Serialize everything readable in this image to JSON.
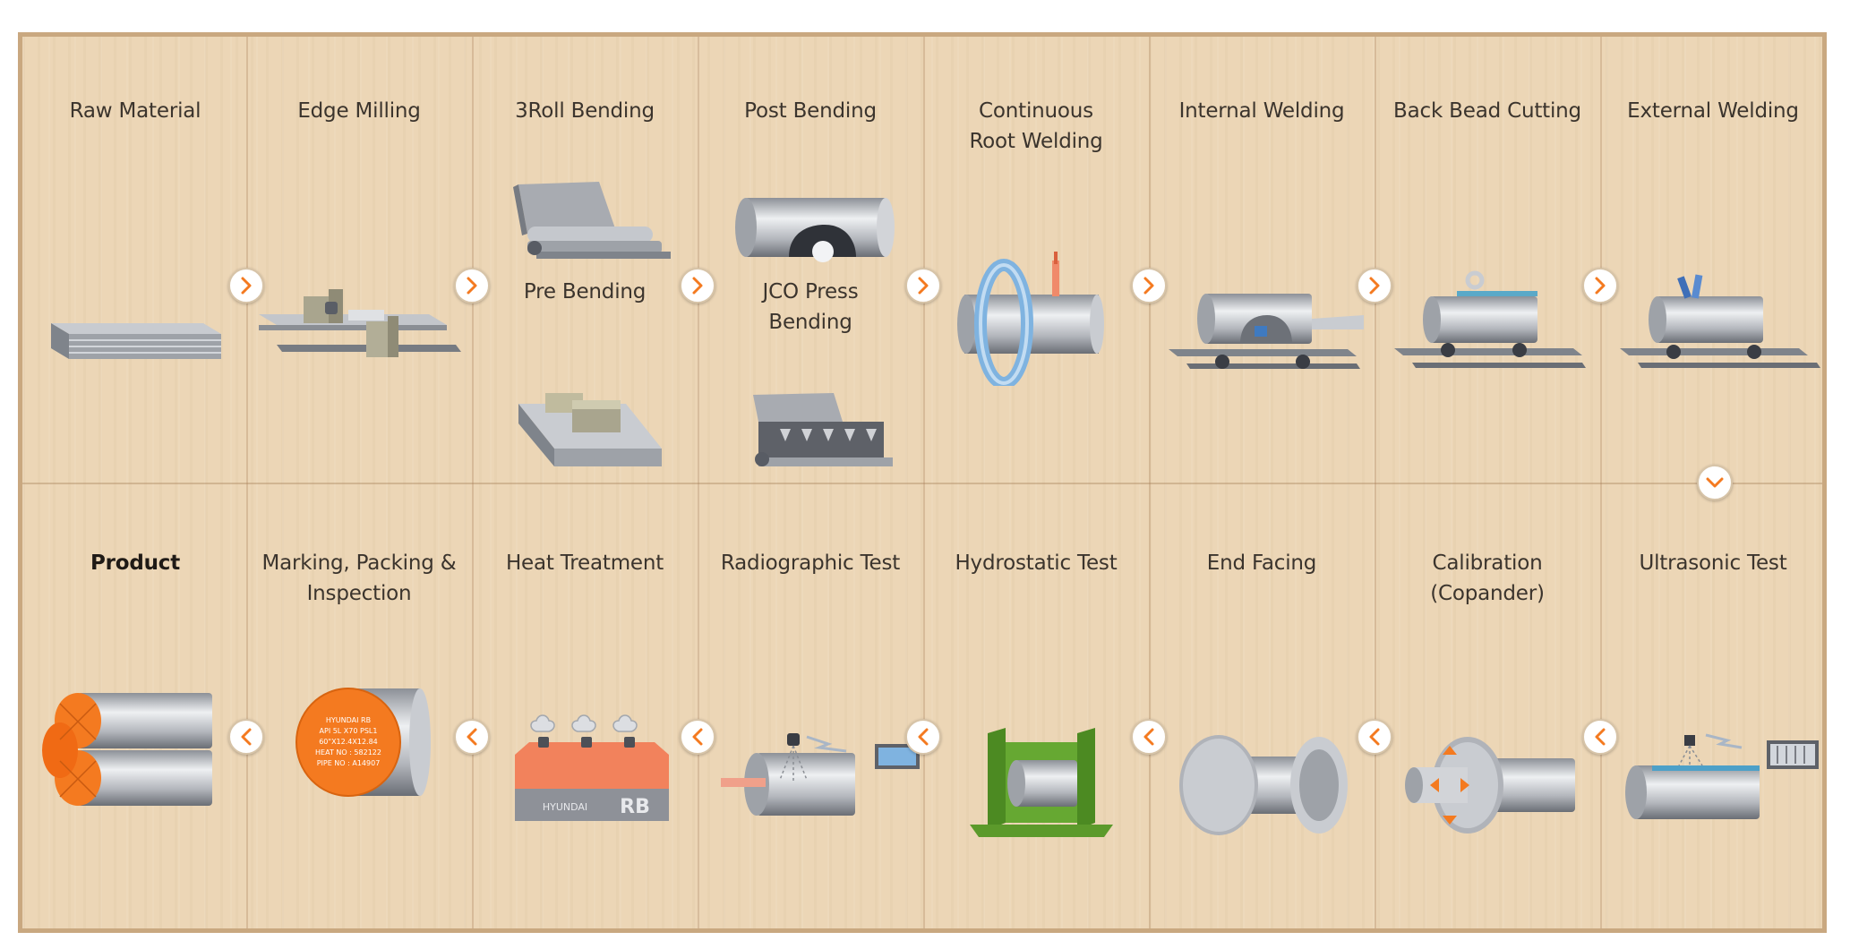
{
  "colors": {
    "board_bg": "#ecd6b6",
    "border": "#c9a880",
    "accent_orange": "#f47a20",
    "steel": "#b9bcc2",
    "green": "#5c9a2b",
    "ring_blue": "#7fb3e0"
  },
  "top_row": [
    {
      "label": "Raw Material",
      "icon": "steel-plates-icon"
    },
    {
      "label": "Edge Milling",
      "icon": "edge-milling-icon"
    },
    {
      "label": "3Roll Bending",
      "icon": "three-roll-bending-icon",
      "sub_label": "Pre Bending",
      "sub_icon": "pre-bending-icon"
    },
    {
      "label": "Post Bending",
      "icon": "post-bending-icon",
      "sub_label": "JCO Press\nBending",
      "sub_icon": "jco-press-icon"
    },
    {
      "label": "Continuous\nRoot Welding",
      "icon": "root-welding-icon"
    },
    {
      "label": "Internal Welding",
      "icon": "internal-welding-icon"
    },
    {
      "label": "Back Bead Cutting",
      "icon": "back-bead-cutting-icon"
    },
    {
      "label": "External Welding",
      "icon": "external-welding-icon"
    }
  ],
  "bottom_row": [
    {
      "label": "Product",
      "icon": "pipe-bundle-icon"
    },
    {
      "label": "Marking, Packing &\nInspection",
      "icon": "marked-pipe-icon"
    },
    {
      "label": "Heat Treatment",
      "icon": "heat-furnace-icon"
    },
    {
      "label": "Radiographic Test",
      "icon": "xray-test-icon"
    },
    {
      "label": "Hydrostatic Test",
      "icon": "hydrostatic-press-icon"
    },
    {
      "label": "End Facing",
      "icon": "end-facing-icon"
    },
    {
      "label": "Calibration\n(Copander)",
      "icon": "calibration-icon"
    },
    {
      "label": "Ultrasonic Test",
      "icon": "ultrasonic-test-icon"
    }
  ],
  "marking_text": [
    "HYUNDAI RB",
    "API 5L X70 PSL1",
    "60\"X12.4X12.84",
    "HEAT NO : 582122",
    "PIPE NO : A14907"
  ],
  "furnace_brand": "HYUNDAI",
  "furnace_logo": "RB"
}
